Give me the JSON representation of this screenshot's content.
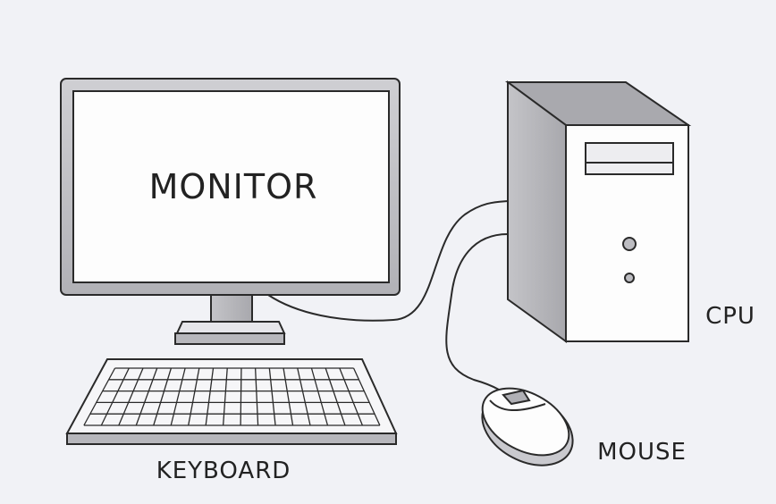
{
  "labels": {
    "monitor": "MONITOR",
    "cpu": "CPU",
    "mouse": "MOUSE",
    "keyboard": "KEYBOARD"
  },
  "colors": {
    "background": "#f1f2f6",
    "outline": "#2a2a2a",
    "shade": "#b9b9bd",
    "light": "#fdfdfd"
  }
}
